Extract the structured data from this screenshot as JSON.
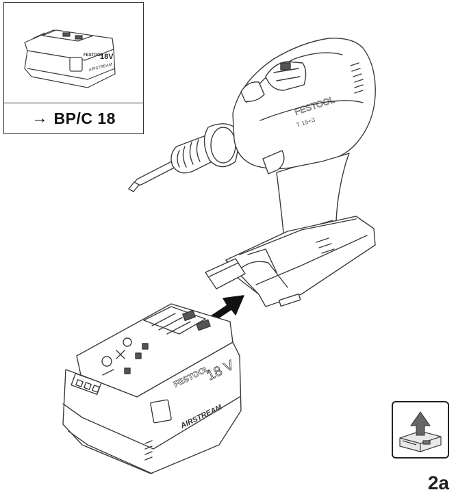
{
  "inset": {
    "caption_arrow": "→",
    "caption_model": "BP/C 18",
    "battery_brand": "FESTOOL",
    "battery_voltage": "18V",
    "battery_series": "AIRSTREAM"
  },
  "drill": {
    "brand": "FESTOOL",
    "model": "T 15+3"
  },
  "main_battery": {
    "brand": "FESTOOL",
    "voltage": "18 V",
    "series": "AIRSTREAM"
  },
  "action_icon": {
    "icon": "battery-remove-arrow-icon"
  },
  "figure": {
    "label": "2a"
  }
}
